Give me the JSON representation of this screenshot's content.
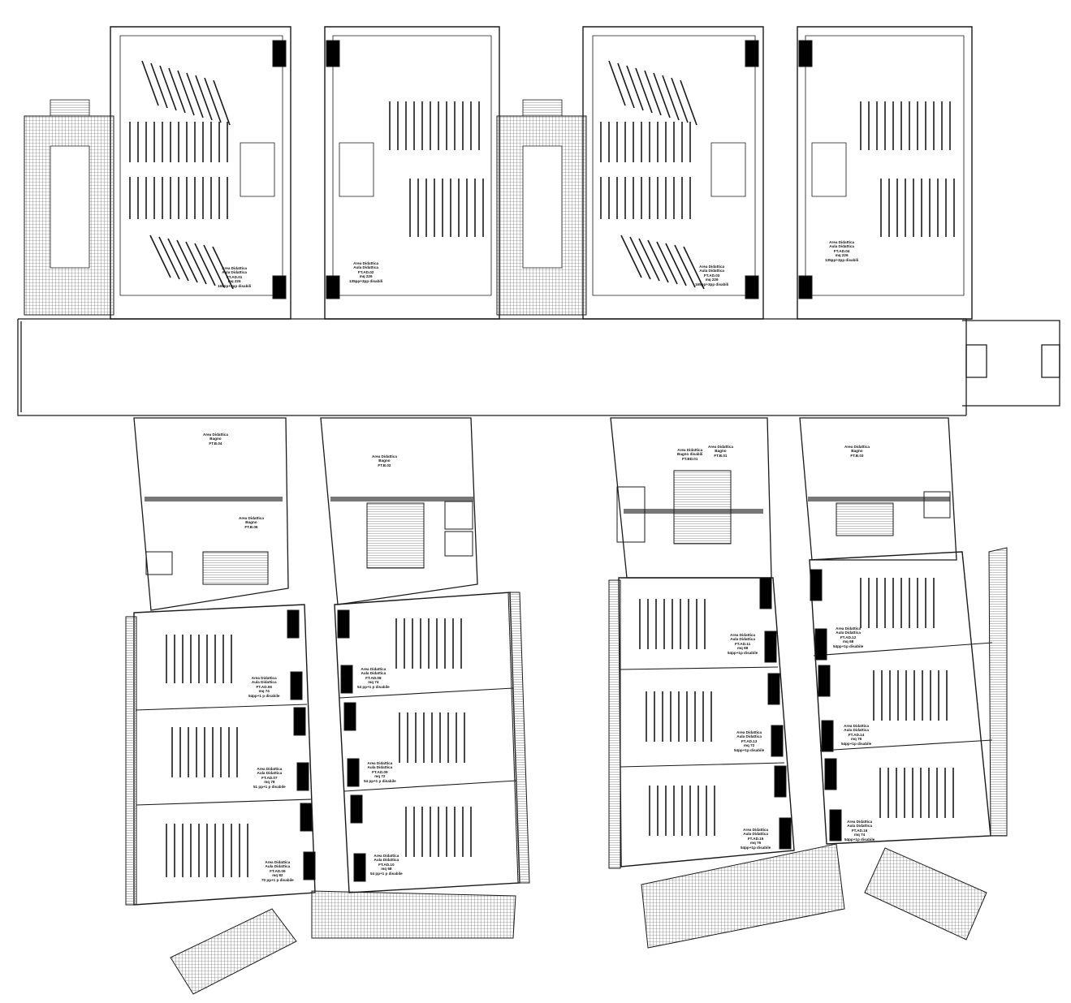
{
  "colors": {
    "ink": "#1a1a1a",
    "wall": "#000000",
    "hatch": "#555555",
    "paper": "#ffffff"
  },
  "rooms": [
    {
      "id": "ft_ad01",
      "lines": [
        "Area Didattica",
        "Aula Didattica",
        "FT.AD.01",
        "mq 226",
        "165pp+3pp disabili"
      ]
    },
    {
      "id": "ft_ad02",
      "lines": [
        "Area Didattica",
        "Aula Didattica",
        "FT.AD.02",
        "mq 226",
        "135pp+3pp disabili"
      ]
    },
    {
      "id": "ft_ad03",
      "lines": [
        "Area Didattica",
        "Aula Didattica",
        "FT.AD.03",
        "mq 226",
        "165pp+3pp disabili"
      ]
    },
    {
      "id": "ft_ad04",
      "lines": [
        "Area Didattica",
        "Aula Didattica",
        "FT.AD.04",
        "mq 226",
        "135pp+3pp disabili"
      ]
    },
    {
      "id": "ft_b04",
      "lines": [
        "Area Didattica",
        "Bagno",
        "FT.B.04"
      ]
    },
    {
      "id": "ft_b05",
      "lines": [
        "Area Didattica",
        "Bagno",
        "FT.B.05"
      ]
    },
    {
      "id": "ft_b02",
      "lines": [
        "Area Didattica",
        "Bagno",
        "FT.B.02"
      ]
    },
    {
      "id": "ft_b03",
      "lines": [
        "Area Didattica",
        "Bagno",
        "FT.B.03"
      ]
    },
    {
      "id": "ft_b01",
      "lines": [
        "Area Didattica",
        "Bagno",
        "FT.B.01"
      ]
    },
    {
      "id": "ft_bd01",
      "lines": [
        "Area Didattica",
        "Bagno disabili",
        "FT.BD.01"
      ]
    },
    {
      "id": "ft_ad06",
      "lines": [
        "Area Didattica",
        "Aula Didattica",
        "FT.AD.06",
        "mq 74",
        "54pp+1 p disabile"
      ]
    },
    {
      "id": "ft_ad07",
      "lines": [
        "Area Didattica",
        "Aula Didattica",
        "FT.AD.07",
        "mq 78",
        "51 pp+1 p disabile"
      ]
    },
    {
      "id": "ft_ad09",
      "lines": [
        "Area Didattica",
        "Aula Didattica",
        "FT.AD.09",
        "mq 82",
        "70 pp+1 p disabile"
      ]
    },
    {
      "id": "ft_ad08",
      "lines": [
        "Area Didattica",
        "Aula Didattica",
        "FT.AD.08",
        "mq 74",
        "54 pp+1 p disabile"
      ]
    },
    {
      "id": "ft_ad09b",
      "lines": [
        "Area Didattica",
        "Aula Didattica",
        "FT.AD.09",
        "mq 72",
        "54 pp+1 p disabile"
      ]
    },
    {
      "id": "ft_ad10",
      "lines": [
        "Area Didattica",
        "Aula Didattica",
        "FT.AD.10",
        "mq 68",
        "54 pp+1 p disabile"
      ]
    },
    {
      "id": "ft_ad11",
      "lines": [
        "Area Didattica",
        "Aula Didattica",
        "FT.AD.11",
        "mq 68",
        "54pp+1p disabile"
      ]
    },
    {
      "id": "ft_ad13",
      "lines": [
        "Area Didattica",
        "Aula Didattica",
        "FT.AD.13",
        "mq 72",
        "54pp+1p disabile"
      ]
    },
    {
      "id": "ft_ad15",
      "lines": [
        "Area Didattica",
        "Aula Didattica",
        "FT.AD.15",
        "mq 76",
        "54pp+1p disabile"
      ]
    },
    {
      "id": "ft_ad12",
      "lines": [
        "Area Didattica",
        "Aula Didattica",
        "FT.AD.12",
        "mq 68",
        "54pp+1p disabile"
      ]
    },
    {
      "id": "ft_ad14",
      "lines": [
        "Area Didattica",
        "Aula Didattica",
        "FT.AD.14",
        "mq 76",
        "54pp+1p disabile"
      ]
    },
    {
      "id": "ft_ad16",
      "lines": [
        "Area Didattica",
        "Aula Didattica",
        "FT.AD.16",
        "mq 74",
        "54pp+1p disabile"
      ]
    }
  ]
}
